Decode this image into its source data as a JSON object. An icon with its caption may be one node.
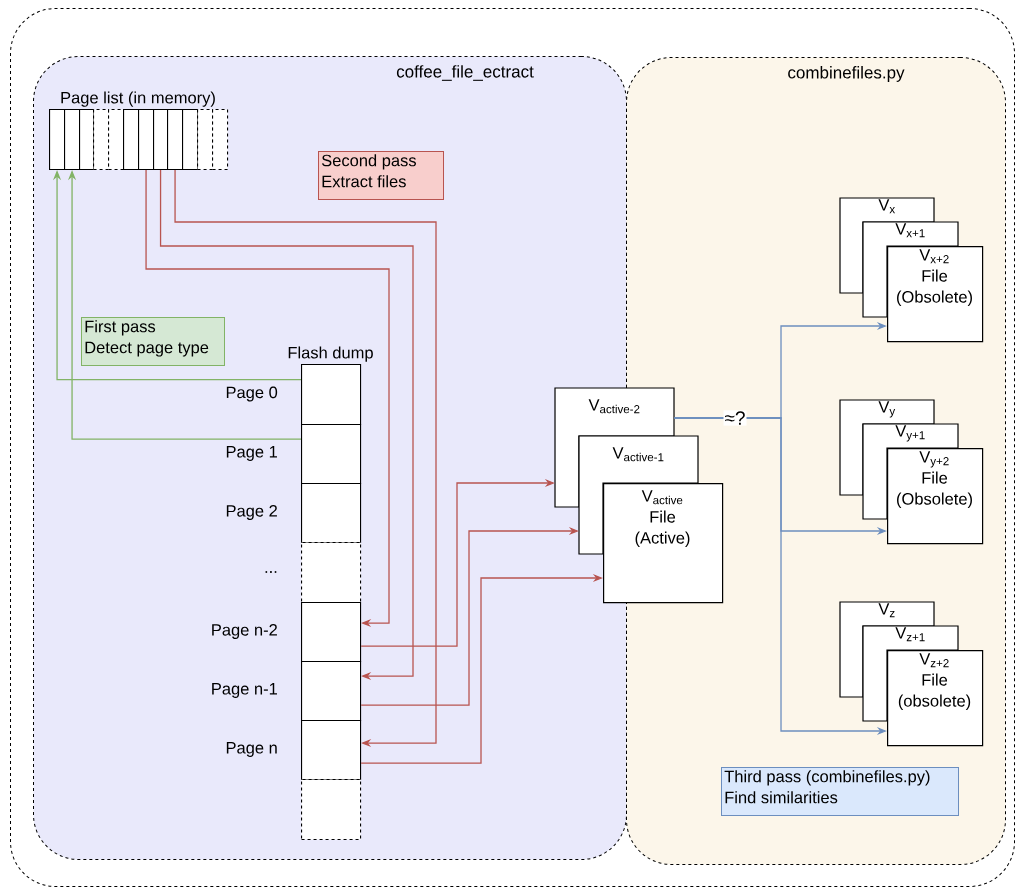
{
  "diagram": {
    "nodes": [
      {
        "text": [],
        "shape": "box"
      },
      {
        "text": [
          "coffee_file_ectract"
        ],
        "in": 0
      },
      {
        "text": [
          "combinefiles.py"
        ],
        "in": 0
      },
      {
        "text": [
          "Page list (in memory)"
        ],
        "in": 1
      },
      {
        "text": [],
        "shape": "box",
        "in": 1
      },
      {
        "text": [],
        "shape": "box",
        "in": 1
      },
      {
        "text": [],
        "shape": "box",
        "in": 1
      },
      {
        "text": [],
        "shape": "box",
        "in": 1
      },
      {
        "text": [],
        "shape": "box",
        "in": 1
      },
      {
        "text": [],
        "shape": "box",
        "in": 1
      },
      {
        "text": [],
        "shape": "box",
        "in": 1
      },
      {
        "text": [],
        "shape": "box",
        "in": 1
      },
      {
        "text": [],
        "shape": "box",
        "in": 1
      },
      {
        "text": [],
        "shape": "box",
        "in": 1
      },
      {
        "text": [],
        "shape": "box",
        "in": 1
      },
      {
        "text": [],
        "shape": "box",
        "in": 1
      },
      {
        "text": [
          "Second pass",
          "Extract files"
        ],
        "in": 1
      },
      {
        "text": [
          "First pass",
          "Detect page type"
        ],
        "in": 1
      },
      {
        "text": [
          "Flash dump"
        ],
        "in": 1
      },
      {
        "text": [],
        "shape": "box",
        "in": 1,
        "beside": [
          "Page 0"
        ]
      },
      {
        "text": [],
        "shape": "box",
        "in": 1,
        "beside": [
          "Page 1"
        ]
      },
      {
        "text": [],
        "shape": "box",
        "in": 1,
        "beside": [
          "Page 2"
        ]
      },
      {
        "text": [],
        "shape": "box",
        "in": 1,
        "beside": [
          "..."
        ]
      },
      {
        "text": [],
        "shape": "box",
        "in": 1,
        "beside": [
          "Page n-2"
        ]
      },
      {
        "text": [],
        "shape": "box",
        "in": 1,
        "beside": [
          "Page n-1"
        ]
      },
      {
        "text": [],
        "shape": "box",
        "in": 1,
        "beside": [
          "Page n"
        ]
      },
      {
        "text": [],
        "shape": "box",
        "in": 1
      },
      {
        "text": [
          "V$_{active-2}$"
        ],
        "in": 0
      },
      {
        "text": [
          "V$_{active-1}$"
        ],
        "in": 0
      },
      {
        "text": [
          "V$_{active}$",
          "File (Active)"
        ],
        "in": 0
      },
      {
        "text": [
          "V$_{x}$"
        ],
        "in": 2
      },
      {
        "text": [
          "V$_{x+1}$"
        ],
        "in": 2
      },
      {
        "text": [
          "V$_{x+2}$",
          "File (Obsolete)"
        ],
        "in": 2
      },
      {
        "text": [
          "V$_{y}$"
        ],
        "in": 2
      },
      {
        "text": [
          "V$_{y+1}$"
        ],
        "in": 2
      },
      {
        "text": [
          "V$_{y+2}$",
          "File (Obsolete)"
        ],
        "in": 2
      },
      {
        "text": [
          "V$_{z}$"
        ],
        "in": 2
      },
      {
        "text": [
          "V$_{z+1}$"
        ],
        "in": 2
      },
      {
        "text": [
          "V$_{z+2}$",
          "File (obsolete)"
        ],
        "in": 2
      },
      {
        "text": [
          "Third pass (combinefiles.py)",
          "Find similarities"
        ],
        "in": 2
      }
    ],
    "edges": [
      {
        "from": 19,
        "to": 4,
        "arrow": "to",
        "color": "#82b366"
      },
      {
        "from": 20,
        "to": 5,
        "arrow": "to",
        "color": "#82b366"
      },
      {
        "from": 10,
        "to": 23,
        "arrow": "to"
      },
      {
        "from": 11,
        "to": 24,
        "arrow": "to"
      },
      {
        "from": 12,
        "to": 25,
        "arrow": "to"
      },
      {
        "from": 23,
        "to": 27,
        "arrow": "to"
      },
      {
        "from": 24,
        "to": 28,
        "arrow": "to"
      },
      {
        "from": 25,
        "to": 29,
        "arrow": "to"
      },
      {
        "from": 27,
        "to": 32,
        "arrow": "to",
        "label": "≈?",
        "color": "#6c8ebf"
      },
      {
        "from": 27,
        "to": 35,
        "arrow": "to",
        "color": "#6c8ebf"
      },
      {
        "from": 27,
        "to": 38,
        "arrow": "to",
        "color": "#6c8ebf"
      }
    ]
  }
}
